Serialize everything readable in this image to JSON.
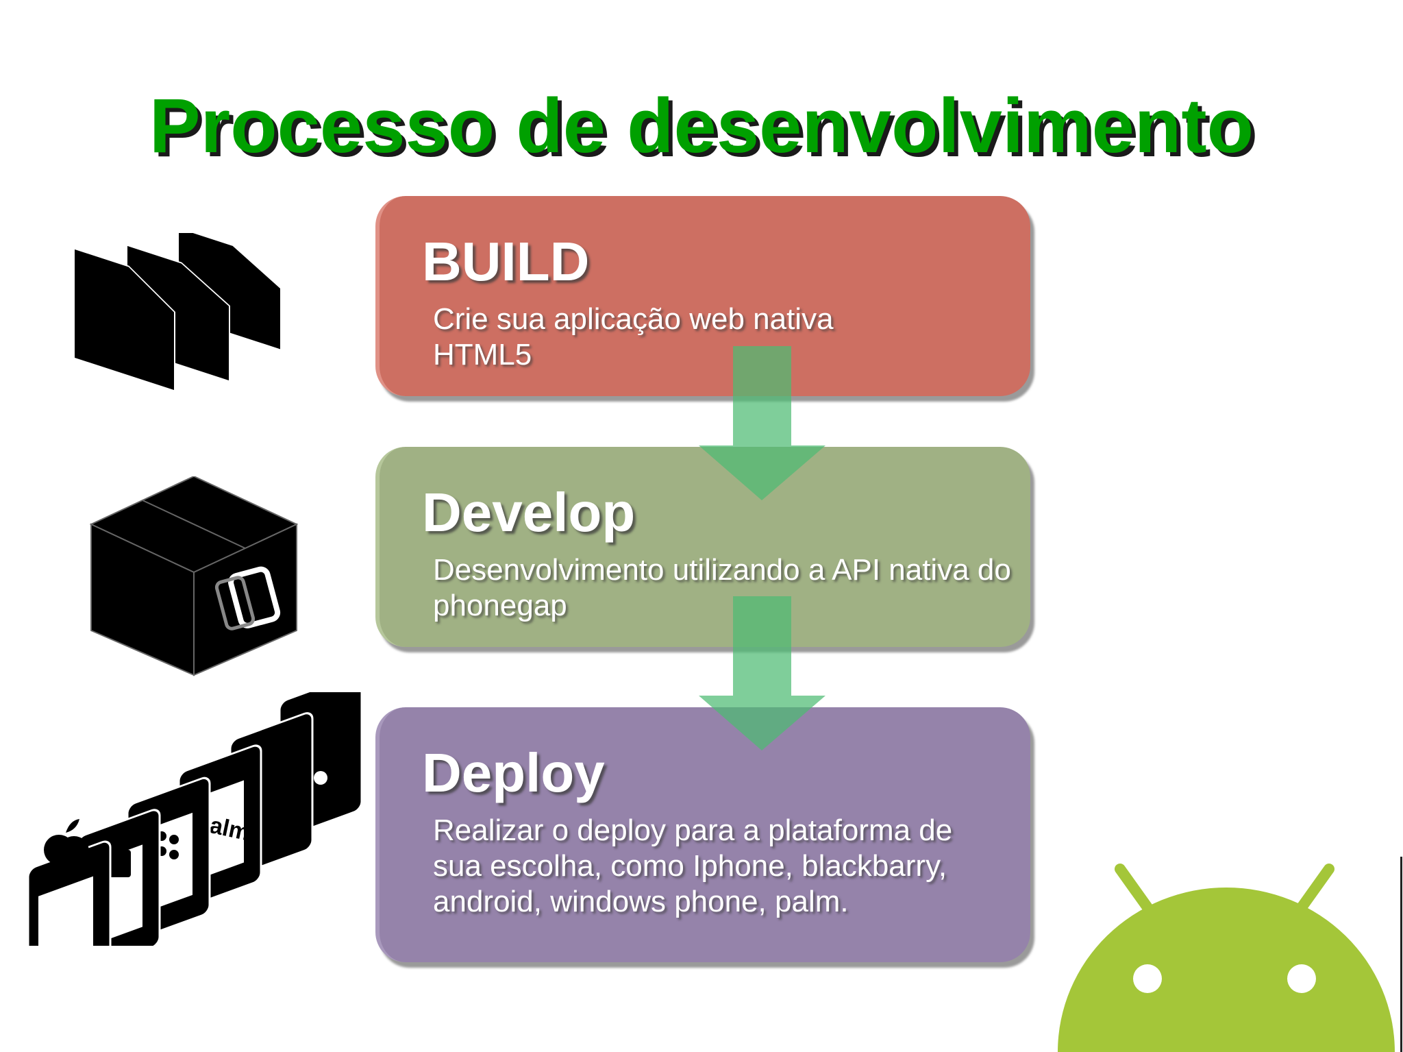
{
  "title": "Processo de desenvolvimento",
  "steps": [
    {
      "heading": "BUILD",
      "description": "Crie sua aplicação web nativa HTML5",
      "color": "#cd6f62"
    },
    {
      "heading": "Develop",
      "description": "Desenvolvimento utilizando a API nativa do phonegap",
      "color": "#a0b184"
    },
    {
      "heading": "Deploy",
      "description": "Realizar o deploy para a plataforma de sua escolha, como Iphone, blackbarry, android, windows phone, palm.",
      "color": "#9583aa"
    }
  ],
  "file_icons": [
    "JavaScript",
    "HTML",
    "CSS"
  ],
  "platform_icons": [
    "apple-icon",
    "android-icon",
    "blackberry-icon",
    "palm-icon",
    "windows-icon",
    "info-icon"
  ],
  "palm_label": "palm",
  "colors": {
    "title": "#00a000",
    "arrow": "#4dbb73",
    "android": "#a4c639"
  }
}
